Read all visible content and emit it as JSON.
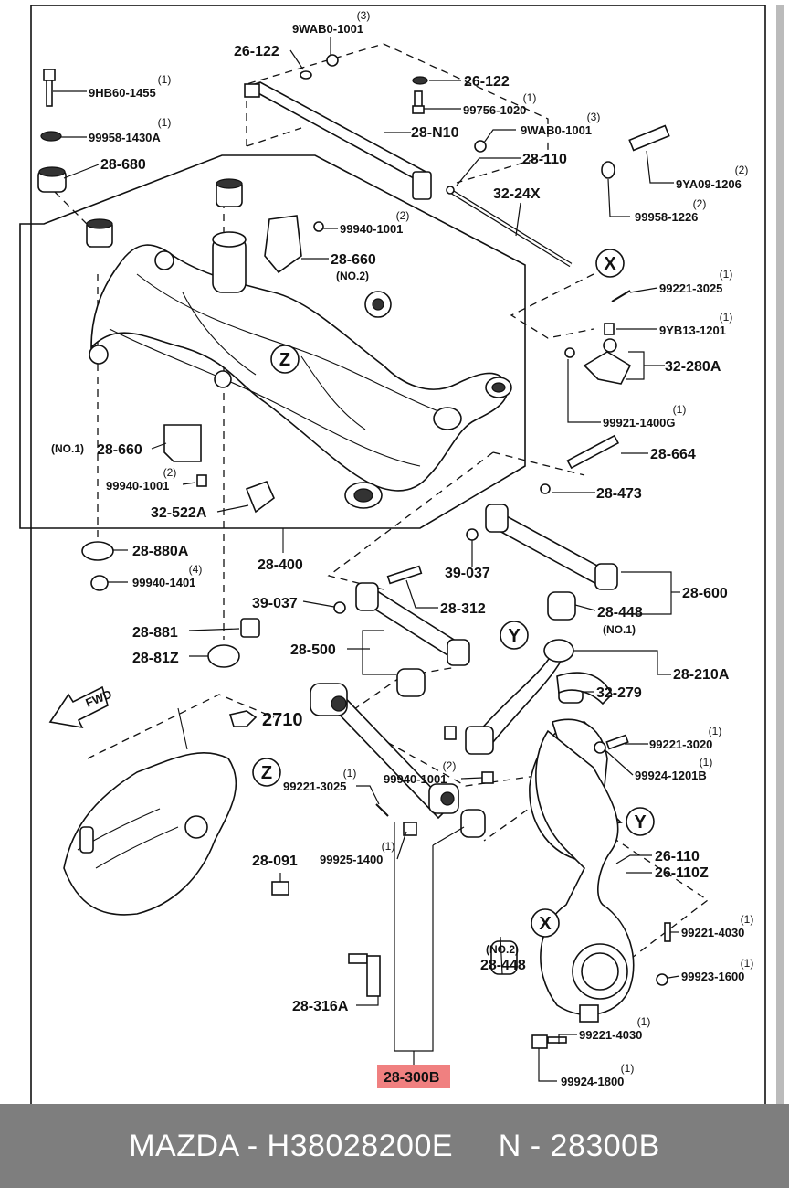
{
  "footer": {
    "text": "MAZDA - H38028200E     N - 28300B"
  },
  "highlight_color": "#f08080",
  "callouts": [
    {
      "id": "X",
      "label": "X"
    },
    {
      "id": "Y",
      "label": "Y"
    },
    {
      "id": "Z",
      "label": "Z"
    }
  ],
  "part_labels": [
    {
      "id": "9wab0-1001-top",
      "code": "9WAB0-1001",
      "qty": "(3)"
    },
    {
      "id": "26-122-top",
      "code": "26-122"
    },
    {
      "id": "26-122-right",
      "code": "26-122"
    },
    {
      "id": "9hb60-1455",
      "code": "9HB60-1455",
      "qty": "(1)"
    },
    {
      "id": "99756-1020",
      "code": "99756-1020",
      "qty": "(1)"
    },
    {
      "id": "99958-1430a",
      "code": "99958-1430A",
      "qty": "(1)"
    },
    {
      "id": "28-n10",
      "code": "28-N10"
    },
    {
      "id": "9wab0-1001-mid",
      "code": "9WAB0-1001",
      "qty": "(3)"
    },
    {
      "id": "28-680",
      "code": "28-680"
    },
    {
      "id": "28-110",
      "code": "28-110"
    },
    {
      "id": "9ya09-1206",
      "code": "9YA09-1206",
      "qty": "(2)"
    },
    {
      "id": "32-24x",
      "code": "32-24X"
    },
    {
      "id": "99958-1226",
      "code": "99958-1226",
      "qty": "(2)"
    },
    {
      "id": "99940-1001-top",
      "code": "99940-1001",
      "qty": "(2)"
    },
    {
      "id": "28-660-no2",
      "code": "28-660",
      "note": "(NO.2)"
    },
    {
      "id": "99221-3025-top",
      "code": "99221-3025",
      "qty": "(1)"
    },
    {
      "id": "9yb13-1201",
      "code": "9YB13-1201",
      "qty": "(1)"
    },
    {
      "id": "32-280a",
      "code": "32-280A"
    },
    {
      "id": "99921-1400g",
      "code": "99921-1400G",
      "qty": "(1)"
    },
    {
      "id": "28-660-no1",
      "code": "28-660",
      "note": "(NO.1)"
    },
    {
      "id": "28-664",
      "code": "28-664"
    },
    {
      "id": "99940-1001-left",
      "code": "99940-1001",
      "qty": "(2)"
    },
    {
      "id": "28-473",
      "code": "28-473"
    },
    {
      "id": "32-522a",
      "code": "32-522A"
    },
    {
      "id": "28-880a",
      "code": "28-880A"
    },
    {
      "id": "28-400",
      "code": "28-400"
    },
    {
      "id": "99940-1401",
      "code": "99940-1401",
      "qty": "(4)"
    },
    {
      "id": "39-037-right",
      "code": "39-037"
    },
    {
      "id": "39-037-left",
      "code": "39-037"
    },
    {
      "id": "28-312",
      "code": "28-312"
    },
    {
      "id": "28-600",
      "code": "28-600"
    },
    {
      "id": "28-448-no1",
      "code": "28-448",
      "note": "(NO.1)"
    },
    {
      "id": "28-881",
      "code": "28-881"
    },
    {
      "id": "28-500",
      "code": "28-500"
    },
    {
      "id": "28-81z",
      "code": "28-81Z"
    },
    {
      "id": "28-210a",
      "code": "28-210A"
    },
    {
      "id": "32-279",
      "code": "32-279"
    },
    {
      "id": "2710",
      "code": "2710"
    },
    {
      "id": "99221-3020",
      "code": "99221-3020",
      "qty": "(1)"
    },
    {
      "id": "99924-1201b",
      "code": "99924-1201B",
      "qty": "(1)"
    },
    {
      "id": "99221-3025-low",
      "code": "99221-3025",
      "qty": "(1)"
    },
    {
      "id": "99940-1001-low",
      "code": "99940-1001",
      "qty": "(2)"
    },
    {
      "id": "99925-1400",
      "code": "99925-1400",
      "qty": "(1)"
    },
    {
      "id": "26-110",
      "code": "26-110"
    },
    {
      "id": "26-110z",
      "code": "26-110Z"
    },
    {
      "id": "28-091",
      "code": "28-091"
    },
    {
      "id": "28-448-no2",
      "code": "28-448",
      "note": "(NO.2)"
    },
    {
      "id": "28-316a",
      "code": "28-316A"
    },
    {
      "id": "99221-4030-right",
      "code": "99221-4030",
      "qty": "(1)"
    },
    {
      "id": "99923-1600",
      "code": "99923-1600",
      "qty": "(1)"
    },
    {
      "id": "99221-4030-low",
      "code": "99221-4030",
      "qty": "(1)"
    },
    {
      "id": "99924-1800",
      "code": "99924-1800",
      "qty": "(1)"
    },
    {
      "id": "28-300b",
      "code": "28-300B"
    }
  ],
  "fwd_label": "FWD"
}
